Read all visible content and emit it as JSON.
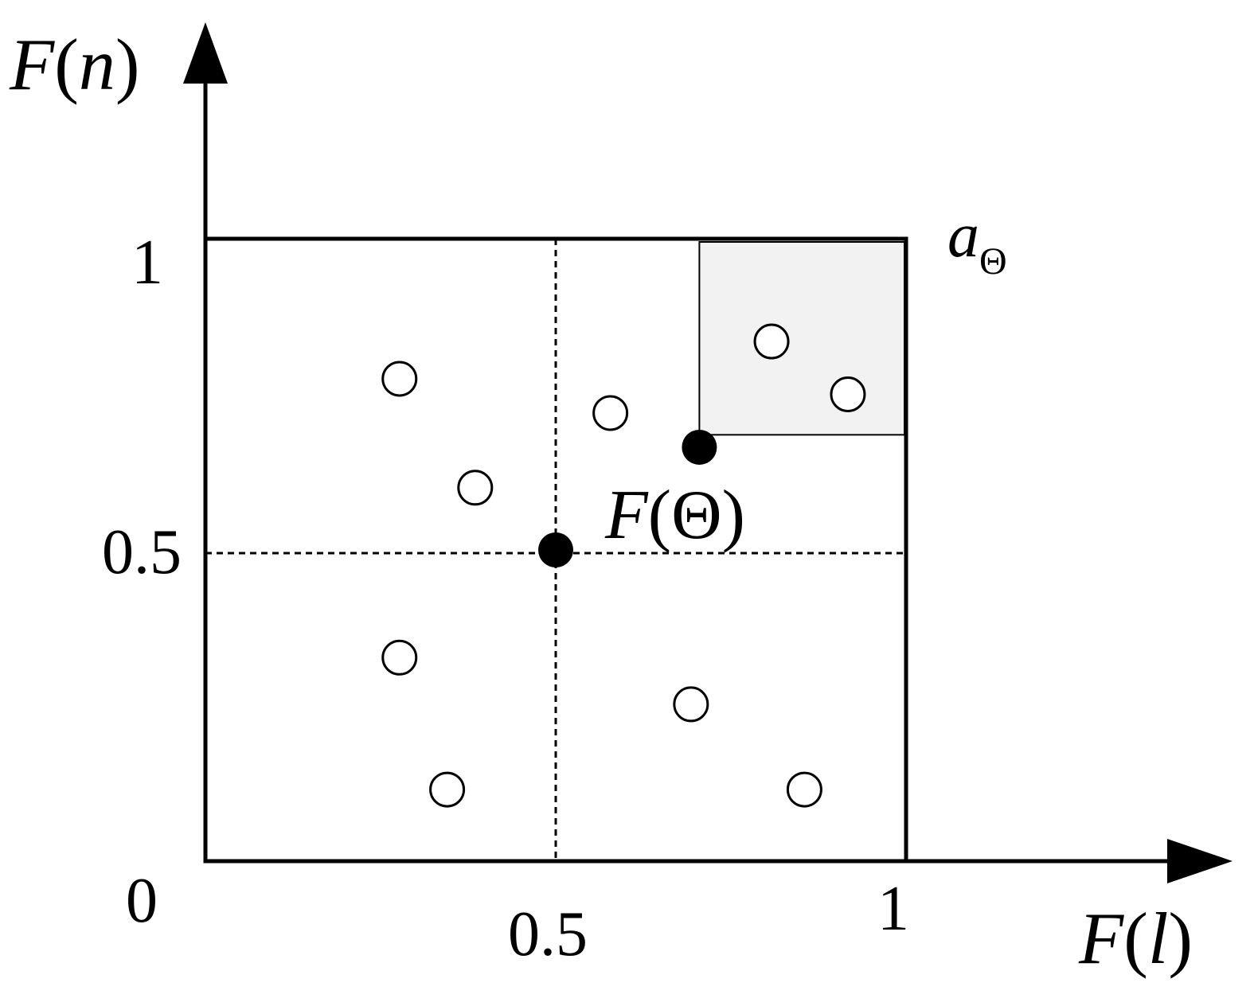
{
  "axes": {
    "y_label_func": "F",
    "y_label_var": "n",
    "x_label_func": "F",
    "x_label_var": "l",
    "origin_label": "0",
    "x_ticks": [
      "0.5",
      "1"
    ],
    "y_ticks": [
      "1",
      "0.5"
    ]
  },
  "region": {
    "label_main": "a",
    "label_sub": "Θ",
    "fill_color": "#f2f2f2"
  },
  "point_label": {
    "func": "F",
    "var": "Θ"
  },
  "chart_data": {
    "type": "scatter",
    "xlim": [
      0,
      1
    ],
    "ylim": [
      0,
      1
    ],
    "dashed_lines": {
      "x": 0.5,
      "y": 0.5
    },
    "dominated_region": {
      "x": [
        0.705,
        1
      ],
      "y": [
        0.685,
        1
      ]
    },
    "open_points": [
      {
        "x": 0.277,
        "y": 0.775
      },
      {
        "x": 0.385,
        "y": 0.6
      },
      {
        "x": 0.578,
        "y": 0.72
      },
      {
        "x": 0.808,
        "y": 0.835
      },
      {
        "x": 0.917,
        "y": 0.75
      },
      {
        "x": 0.277,
        "y": 0.327
      },
      {
        "x": 0.345,
        "y": 0.115
      },
      {
        "x": 0.693,
        "y": 0.252
      },
      {
        "x": 0.855,
        "y": 0.115
      }
    ],
    "filled_points": [
      {
        "x": 0.5,
        "y": 0.5
      },
      {
        "x": 0.705,
        "y": 0.665
      }
    ]
  }
}
